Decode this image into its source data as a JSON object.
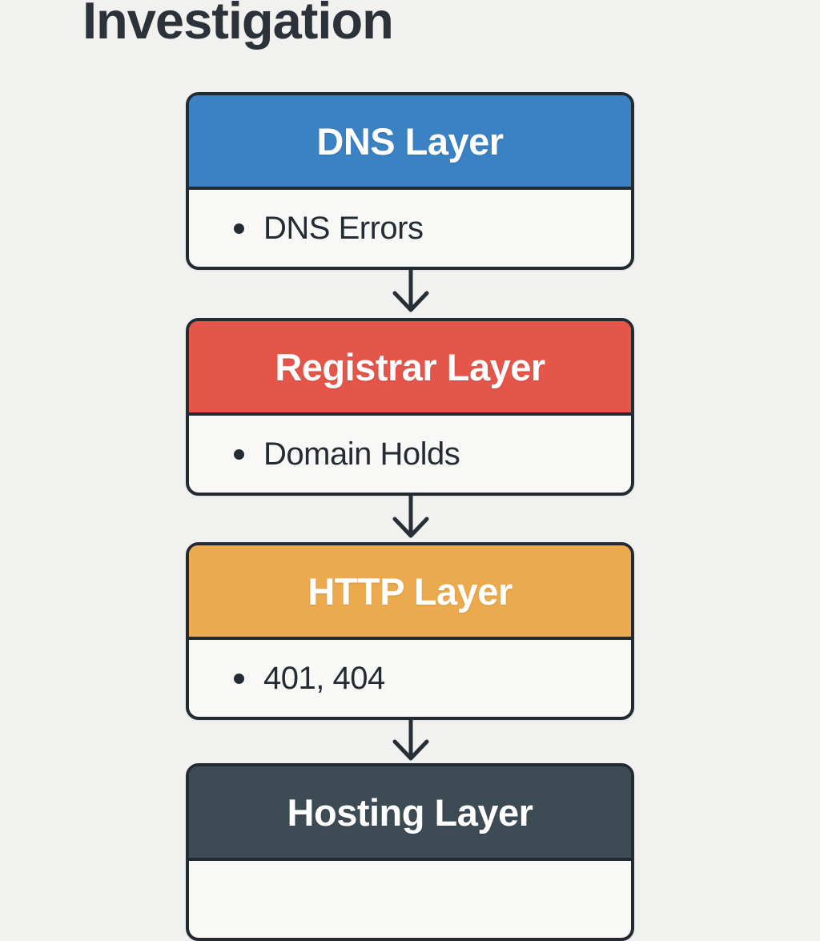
{
  "title": "Investigation",
  "colors": {
    "background": "#f1f1ef",
    "box_body": "#f8f8f6",
    "border": "#232a31",
    "arrow": "#262e36",
    "header_text": "#ffffff",
    "body_text": "#252b33"
  },
  "layers": [
    {
      "label": "DNS Layer",
      "header_color": "#3a82c4",
      "item": "DNS Errors"
    },
    {
      "label": "Registrar Layer",
      "header_color": "#e5564a",
      "item": "Domain Holds"
    },
    {
      "label": "HTTP Layer",
      "header_color": "#ecaa4e",
      "item": "401, 404"
    },
    {
      "label": "Hosting Layer",
      "header_color": "#3d4b55",
      "item": ""
    }
  ]
}
